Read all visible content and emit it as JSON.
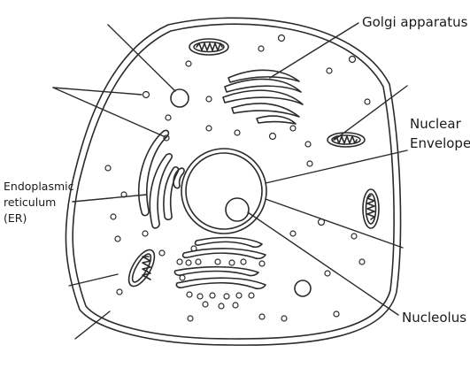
{
  "labels": {
    "golgi": "Golgi apparatus",
    "nuclear_envelope": [
      "Nuclear",
      "Envelope"
    ],
    "er": [
      "Endoplasmic",
      "reticulum",
      "(ER)"
    ],
    "nucleolus": "Nucleolus"
  },
  "colors": {
    "stroke": "#2b2b2b",
    "background": "#ffffff"
  }
}
